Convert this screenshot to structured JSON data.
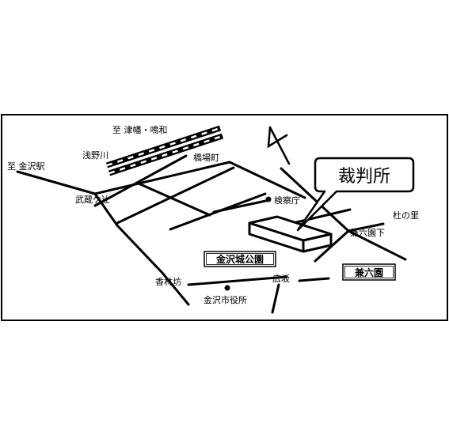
{
  "colors": {
    "ink": "#000000",
    "paper": "#ffffff"
  },
  "labels": {
    "to_tsubata": "至 津幡・鳴和",
    "to_kanazawa_station": "至 金沢駅",
    "asanogawa": "浅野川",
    "hashibacho": "橋場町",
    "musashigatsuji": "武蔵ケ辻",
    "kensatsucho": "検察庁",
    "mori_no_sato": "杜の里",
    "kenrokuen_shita": "兼六園下",
    "kanazawa_castle_park": "金沢城公園",
    "kenrokuen": "兼六園",
    "korinbo": "香林坊",
    "hirosaka": "広坂",
    "city_hall": "金沢市役所",
    "courthouse": "裁判所"
  },
  "icons": {
    "north": "north-arrow-icon",
    "poi": "poi-dot-icon"
  }
}
